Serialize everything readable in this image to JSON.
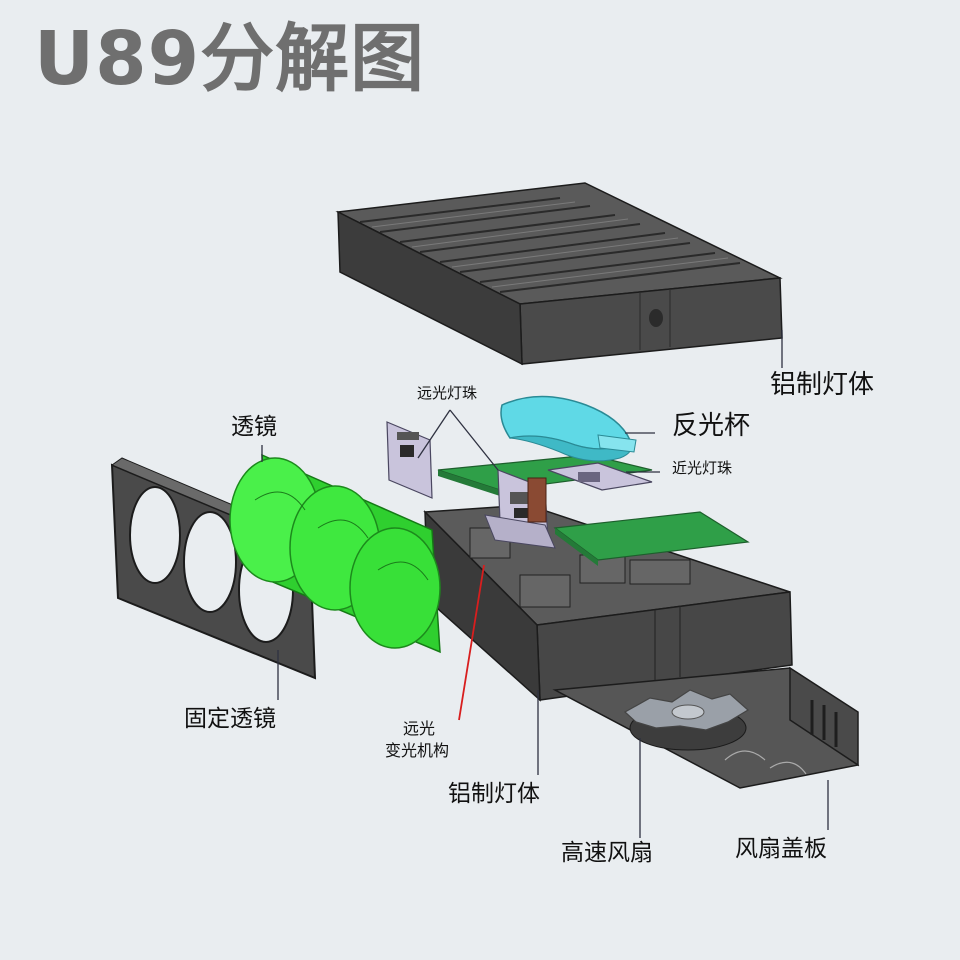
{
  "title": "U89分解图",
  "labels": {
    "top_housing": "铝制灯体",
    "high_beam_led": "远光灯珠",
    "reflector": "反光杯",
    "low_beam_led": "近光灯珠",
    "lens": "透镜",
    "lens_holder": "固定透镜",
    "switch_mech_line1": "远光",
    "switch_mech_line2": "变光机构",
    "bottom_housing": "铝制灯体",
    "fan": "高速风扇",
    "fan_cover": "风扇盖板"
  },
  "colors": {
    "background": "#e9edf0",
    "housing": "#4b4b4b",
    "lens": "#3ff03f",
    "reflector": "#5fd9e6",
    "pcb": "#2f9f48",
    "led_board": "#c9c4dc",
    "leader_red": "#d81e1e"
  }
}
